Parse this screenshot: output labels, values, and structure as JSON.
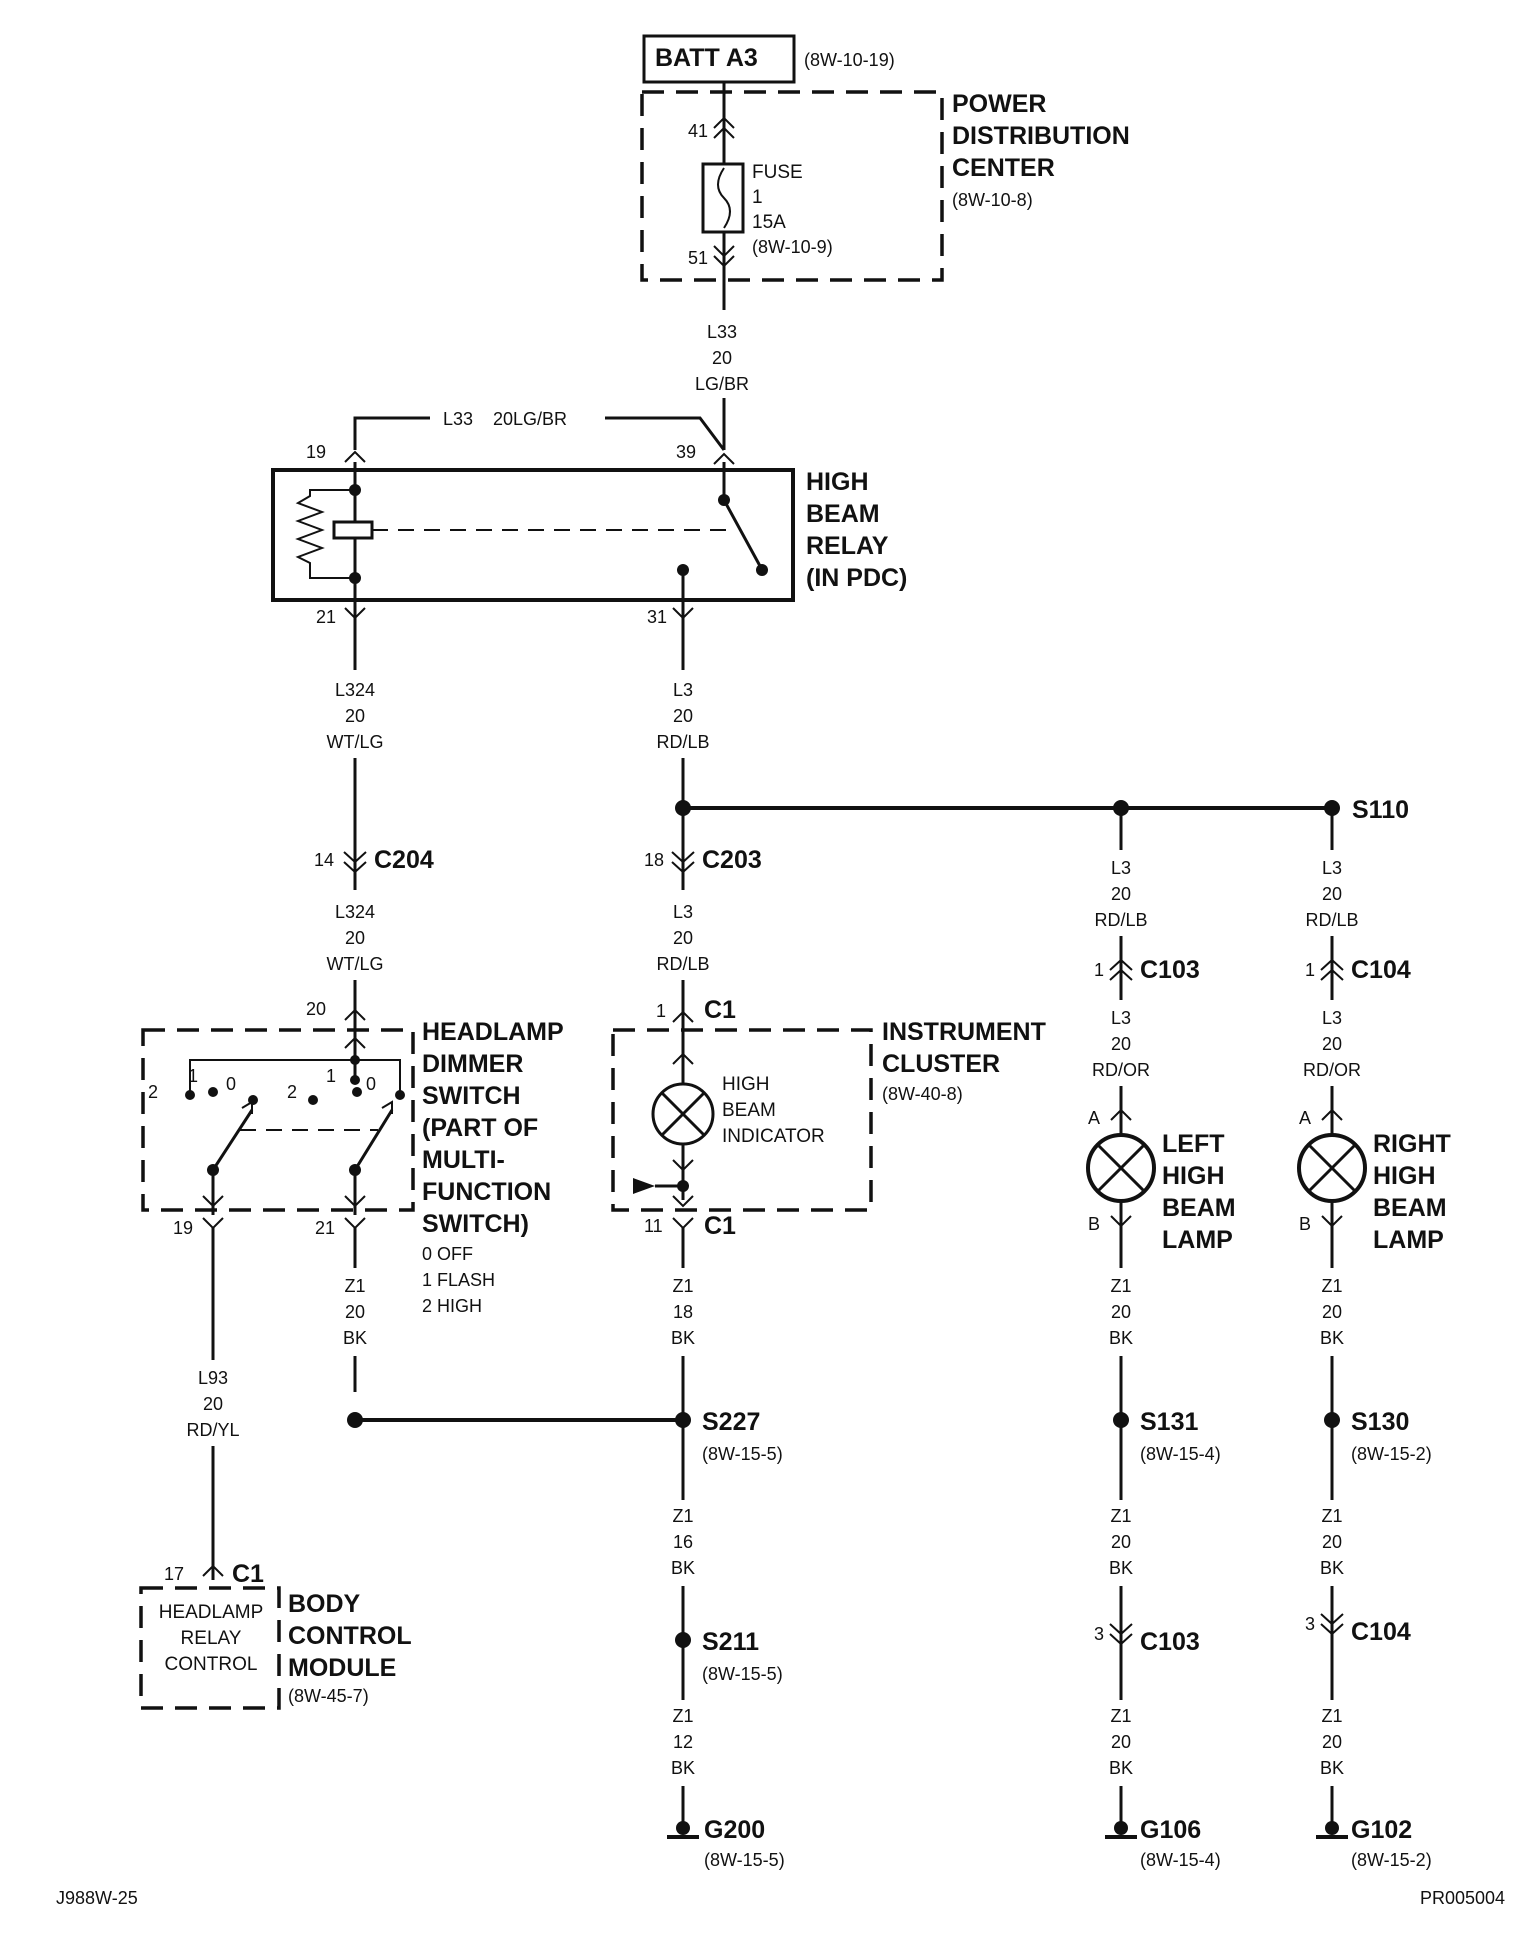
{
  "battery": {
    "label": "BATT A3",
    "ref": "(8W-10-19)"
  },
  "pdc": {
    "line1": "POWER",
    "line2": "DISTRIBUTION",
    "line3": "CENTER",
    "ref": "(8W-10-8)"
  },
  "fuse": {
    "label": "FUSE",
    "number": "1",
    "rating": "15A",
    "ref": "(8W-10-9)",
    "pin_in": "41",
    "pin_out": "51"
  },
  "wire_main": {
    "circuit": "L33",
    "gauge": "20",
    "color": "LG/BR"
  },
  "relay_feed": {
    "circuit": "L33",
    "spec": "20LG/BR"
  },
  "relay": {
    "line1": "HIGH",
    "line2": "BEAM",
    "line3": "RELAY",
    "line4": "(IN PDC)",
    "pin19": "19",
    "pin39": "39",
    "pin21": "21",
    "pin31": "31"
  },
  "wire_l324_a": {
    "circuit": "L324",
    "gauge": "20",
    "color": "WT/LG"
  },
  "wire_l324_b": {
    "circuit": "L324",
    "gauge": "20",
    "color": "WT/LG"
  },
  "wire_l3_a": {
    "circuit": "L3",
    "gauge": "20",
    "color": "RD/LB"
  },
  "wire_l3_b": {
    "circuit": "L3",
    "gauge": "20",
    "color": "RD/LB"
  },
  "c204": {
    "pin": "14",
    "name": "C204"
  },
  "c203": {
    "pin": "18",
    "name": "C203"
  },
  "s110": {
    "name": "S110"
  },
  "left_branch": {
    "wire_top": {
      "circuit": "L3",
      "gauge": "20",
      "color": "RD/LB"
    },
    "conn": {
      "pin": "1",
      "name": "C103"
    },
    "wire_mid": {
      "circuit": "L3",
      "gauge": "20",
      "color": "RD/OR"
    },
    "pinA": "A",
    "pinB": "B",
    "lamp": {
      "line1": "LEFT",
      "line2": "HIGH",
      "line3": "BEAM",
      "line4": "LAMP"
    },
    "wire_z1a": {
      "circuit": "Z1",
      "gauge": "20",
      "color": "BK"
    },
    "splice": {
      "name": "S131",
      "ref": "(8W-15-4)"
    },
    "wire_z1b": {
      "circuit": "Z1",
      "gauge": "20",
      "color": "BK"
    },
    "conn2": {
      "pin": "3",
      "name": "C103"
    },
    "wire_z1c": {
      "circuit": "Z1",
      "gauge": "20",
      "color": "BK"
    },
    "ground": {
      "name": "G106",
      "ref": "(8W-15-4)"
    }
  },
  "right_branch": {
    "wire_top": {
      "circuit": "L3",
      "gauge": "20",
      "color": "RD/LB"
    },
    "conn": {
      "pin": "1",
      "name": "C104"
    },
    "wire_mid": {
      "circuit": "L3",
      "gauge": "20",
      "color": "RD/OR"
    },
    "pinA": "A",
    "pinB": "B",
    "lamp": {
      "line1": "RIGHT",
      "line2": "HIGH",
      "line3": "BEAM",
      "line4": "LAMP"
    },
    "wire_z1a": {
      "circuit": "Z1",
      "gauge": "20",
      "color": "BK"
    },
    "splice": {
      "name": "S130",
      "ref": "(8W-15-2)"
    },
    "wire_z1b": {
      "circuit": "Z1",
      "gauge": "20",
      "color": "BK"
    },
    "conn2": {
      "pin": "3",
      "name": "C104"
    },
    "wire_z1c": {
      "circuit": "Z1",
      "gauge": "20",
      "color": "BK"
    },
    "ground": {
      "name": "G102",
      "ref": "(8W-15-2)"
    }
  },
  "dimmer": {
    "line1": "HEADLAMP",
    "line2": "DIMMER",
    "line3": "SWITCH",
    "line4": "(PART OF",
    "line5": "MULTI-",
    "line6": "FUNCTION",
    "line7": "SWITCH)",
    "legend0": "0 OFF",
    "legend1": "1 FLASH",
    "legend2": "2 HIGH",
    "pin20": "20",
    "pin19": "19",
    "pin21": "21",
    "pos2a": "2",
    "pos1a": "1",
    "pos0a": "0",
    "pos2b": "2",
    "pos1b": "1",
    "pos0b": "0"
  },
  "cluster": {
    "line1": "INSTRUMENT",
    "line2": "CLUSTER",
    "ref": "(8W-40-8)",
    "ind1": "HIGH",
    "ind2": "BEAM",
    "ind3": "INDICATOR",
    "conn_top": {
      "pin": "1",
      "name": "C1"
    },
    "conn_bot": {
      "pin": "11",
      "name": "C1"
    }
  },
  "wire_l93": {
    "circuit": "L93",
    "gauge": "20",
    "color": "RD/YL"
  },
  "wire_z1_dimmer": {
    "circuit": "Z1",
    "gauge": "20",
    "color": "BK"
  },
  "wire_z1_18": {
    "circuit": "Z1",
    "gauge": "18",
    "color": "BK"
  },
  "s227": {
    "name": "S227",
    "ref": "(8W-15-5)"
  },
  "wire_z1_16": {
    "circuit": "Z1",
    "gauge": "16",
    "color": "BK"
  },
  "s211": {
    "name": "S211",
    "ref": "(8W-15-5)"
  },
  "wire_z1_12": {
    "circuit": "Z1",
    "gauge": "12",
    "color": "BK"
  },
  "g200": {
    "name": "G200",
    "ref": "(8W-15-5)"
  },
  "bcm": {
    "pin": "17",
    "conn": "C1",
    "inner1": "HEADLAMP",
    "inner2": "RELAY",
    "inner3": "CONTROL",
    "line1": "BODY",
    "line2": "CONTROL",
    "line3": "MODULE",
    "ref": "(8W-45-7)"
  },
  "footer": {
    "left": "J988W-25",
    "right": "PR005004"
  }
}
